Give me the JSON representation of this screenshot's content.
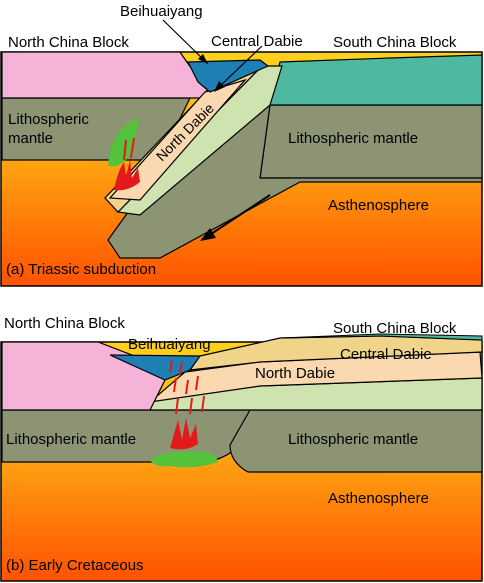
{
  "panel_a": {
    "caption": "(a) Triassic subduction",
    "labels": {
      "beihuaiyang": "Beihuaiyang",
      "central_dabie": "Central Dabie",
      "north_china_block": "North China Block",
      "south_china_block": "South China Block",
      "north_dabie": "North Dabie",
      "lithospheric_mantle_left_line1": "Lithospheric",
      "lithospheric_mantle_left_line2": "mantle",
      "lithospheric_mantle_right": "Lithospheric mantle",
      "asthenosphere": "Asthenosphere"
    }
  },
  "panel_b": {
    "caption": "(b) Early Cretaceous",
    "labels": {
      "north_china_block": "North China Block",
      "south_china_block": "South China Block",
      "beihuaiyang": "Beihuaiyang",
      "central_dabie": "Central Dabie",
      "north_dabie": "North Dabie",
      "lithospheric_mantle_left": "Lithospheric mantle",
      "lithospheric_mantle_right": "Lithospheric mantle",
      "asthenosphere": "Asthenosphere"
    }
  },
  "colors": {
    "north_china_crust": "#f5b3d8",
    "south_china_crust": "#4fb8a0",
    "beihuaiyang": "#1e7fb5",
    "central_dabie": "#f0d48a",
    "north_dabie": "#fbd9b0",
    "light_green_layer": "#cfe3b0",
    "lithospheric_mantle": "#8c9474",
    "asthenosphere_top": "#ffd21e",
    "asthenosphere_bottom": "#ff5a00",
    "melt": "#e31a1c",
    "green_patch": "#55c23c"
  }
}
